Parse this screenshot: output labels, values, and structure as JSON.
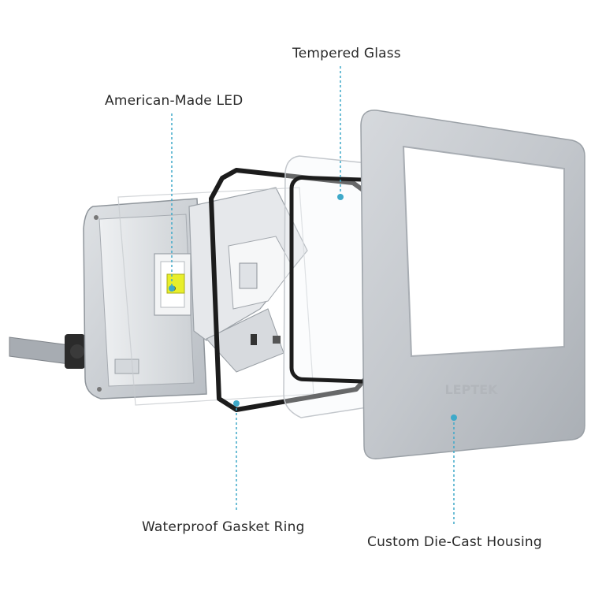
{
  "callouts": {
    "tempered_glass": "Tempered Glass",
    "led": "American-Made LED",
    "gasket": "Waterproof Gasket Ring",
    "housing": "Custom Die-Cast Housing"
  },
  "brand_text": "LEPTEK",
  "colors": {
    "leader_line": "#3ea9c9",
    "housing_frame": "#bfc3c8",
    "gasket": "#1c1c1c",
    "led_chip": "#e8ee2a"
  }
}
